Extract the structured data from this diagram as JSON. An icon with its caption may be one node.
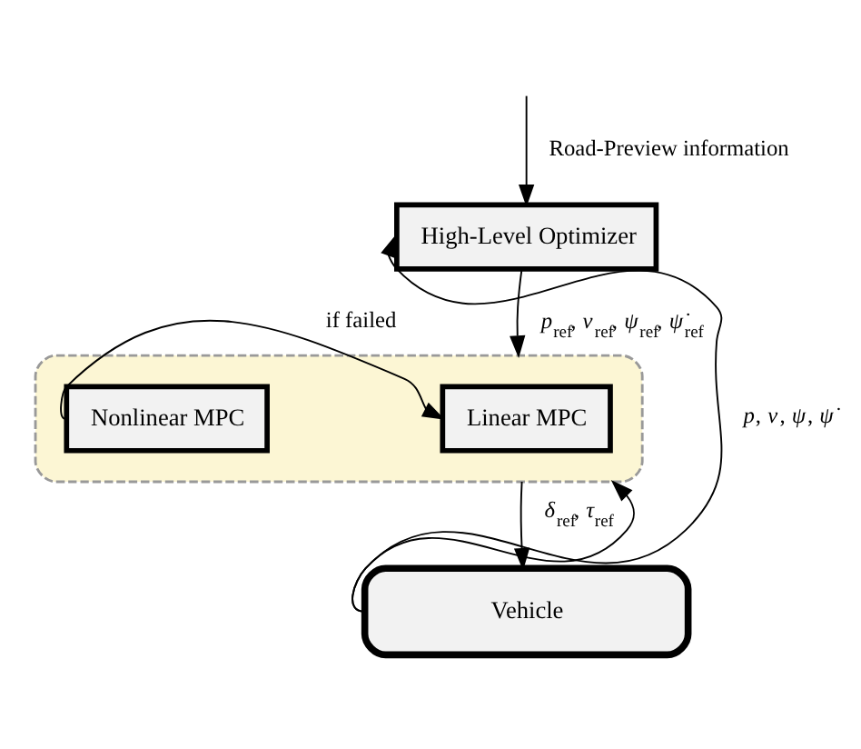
{
  "diagram": {
    "nodes": [
      {
        "text": [
          "High-Level Optimizer"
        ]
      },
      {
        "text": [],
        "shape": "box"
      },
      {
        "text": [
          "Linear MPC"
        ],
        "in": 1
      },
      {
        "text": [
          "Nonlinear MPC"
        ],
        "in": 1
      },
      {
        "text": [
          "Vehicle"
        ]
      }
    ],
    "edges": [
      {
        "from": null,
        "to": 0,
        "arrow": "to",
        "label": "Road-Preview information"
      },
      {
        "from": 0,
        "to": 1,
        "arrow": "to",
        "label": "*p*$_{ref}$, *v*$_{ref}$, *ψ*$_{ref}$, *ψ̇*$_{ref}$"
      },
      {
        "from": 3,
        "to": 2,
        "arrow": "to",
        "label": "if failed"
      },
      {
        "from": 1,
        "to": 4,
        "arrow": "to",
        "label": "*δ*$_{ref}$, *τ*$_{ref}$"
      },
      {
        "from": 4,
        "to": 0,
        "arrow": "to",
        "label": "*p*, *v*, *ψ*, *ψ̇*"
      },
      {
        "from": 4,
        "to": 1,
        "arrow": "to"
      }
    ]
  }
}
